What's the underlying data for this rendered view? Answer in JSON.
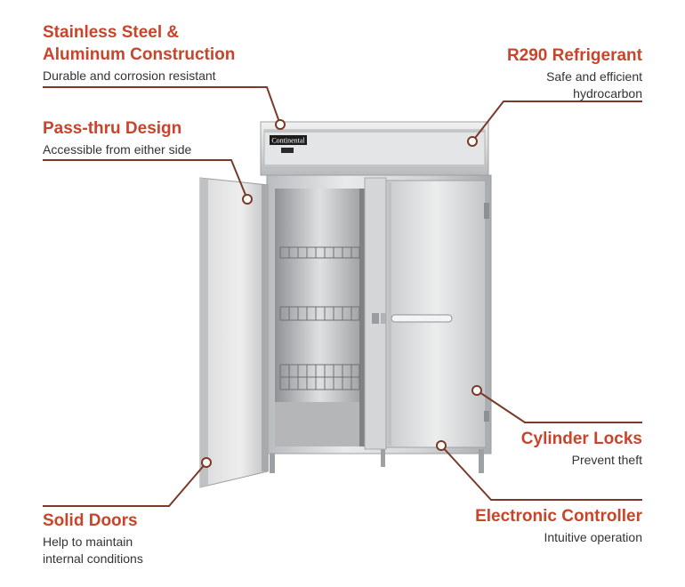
{
  "callouts": {
    "stainless": {
      "title": "Stainless Steel &\nAluminum Construction",
      "desc": "Durable and corrosion resistant"
    },
    "refrigerant": {
      "title": "R290 Refrigerant",
      "desc": "Safe and efficient\nhydrocarbon"
    },
    "passthru": {
      "title": "Pass-thru Design",
      "desc": "Accessible from either side"
    },
    "locks": {
      "title": "Cylinder Locks",
      "desc": "Prevent theft"
    },
    "doors": {
      "title": "Solid Doors",
      "desc": "Help to maintain\ninternal conditions"
    },
    "controller": {
      "title": "Electronic Controller",
      "desc": "Intuitive operation"
    }
  },
  "product": {
    "brand_plate": "Continental"
  },
  "colors": {
    "accent": "#c8452b",
    "leader": "#7a3a28",
    "text": "#333333"
  }
}
